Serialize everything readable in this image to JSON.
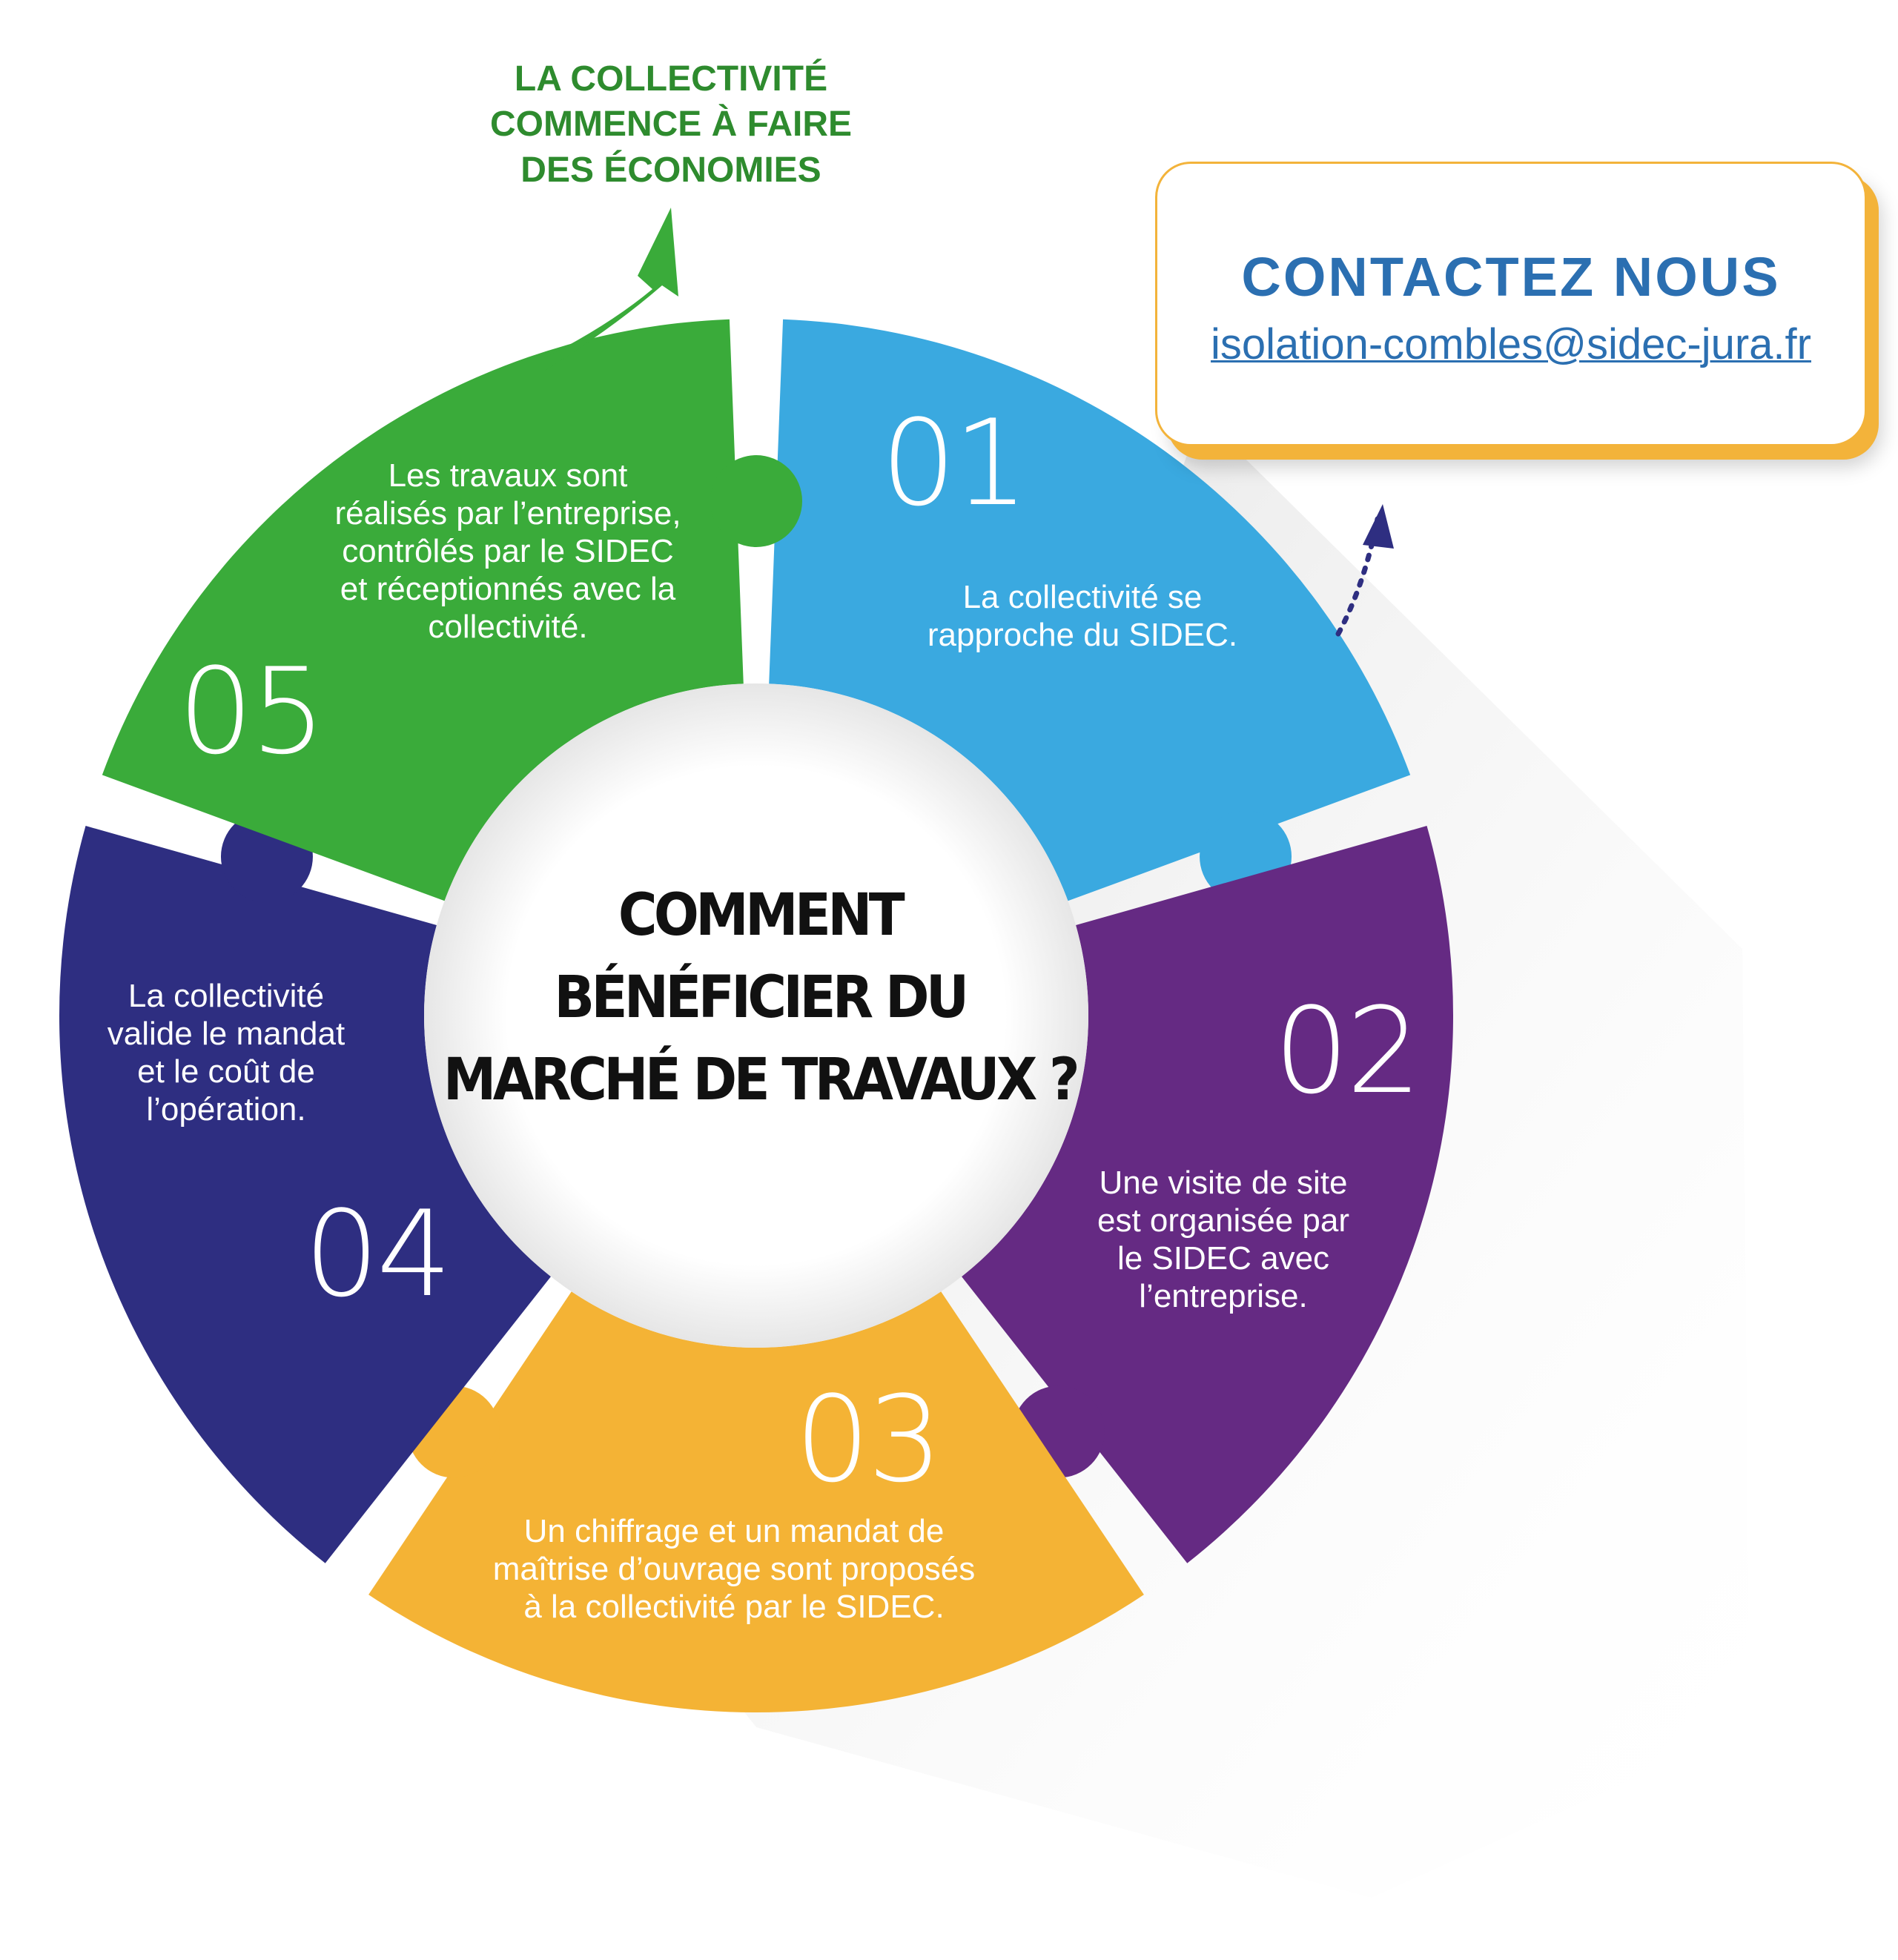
{
  "headline": "LA COLLECTIVITÉ\nCOMMENCE À FAIRE\nDES ÉCONOMIES",
  "center_title": "COMMENT\nBÉNÉFICIER DU\nMARCHÉ DE TRAVAUX ?",
  "contact": {
    "title": "CONTACTEZ NOUS",
    "email": "isolation-combles@sidec-jura.fr"
  },
  "steps": [
    {
      "number": "01",
      "text": "La collectivité se\nrapproche du SIDEC.",
      "color": "#3aa9e0"
    },
    {
      "number": "02",
      "text": "Une visite de site\nest organisée par\nle SIDEC avec\nl’entreprise.",
      "color": "#652a83"
    },
    {
      "number": "03",
      "text": "Un chiffrage et un mandat de\nmaîtrise d’ouvrage sont proposés\nà la collectivité par le SIDEC.",
      "color": "#f4b335"
    },
    {
      "number": "04",
      "text": "La collectivité\nvalide le mandat\net le coût de\nl’opération.",
      "color": "#2e2e81"
    },
    {
      "number": "05",
      "text": "Les travaux sont\nréalisés par l’entreprise,\ncontrôlés par le SIDEC\net réceptionnés avec la\ncollectivité.",
      "color": "#3aab3a"
    }
  ],
  "colors": {
    "headline": "#2e8b2e",
    "contact": "#2b6fb1",
    "contact_border": "#f3b33a",
    "arrow_dots": "#2e2e81"
  }
}
